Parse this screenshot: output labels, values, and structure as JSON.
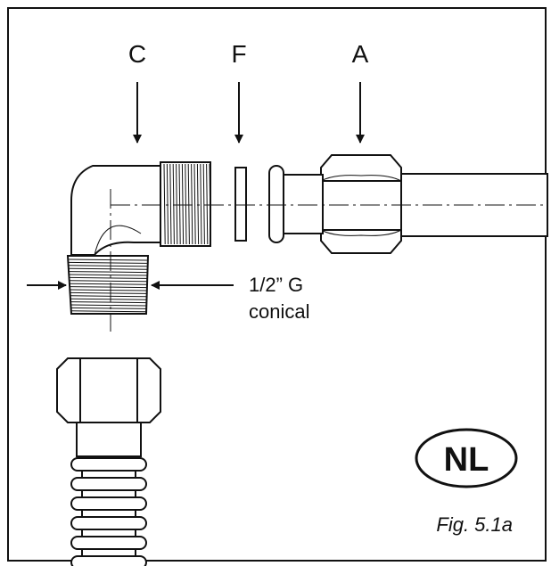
{
  "labels": {
    "c": "C",
    "f": "F",
    "a": "A"
  },
  "thread_note": {
    "line1": "1/2” G",
    "line2": "conical"
  },
  "country_badge": "NL",
  "figure_caption": "Fig. 5.1a"
}
